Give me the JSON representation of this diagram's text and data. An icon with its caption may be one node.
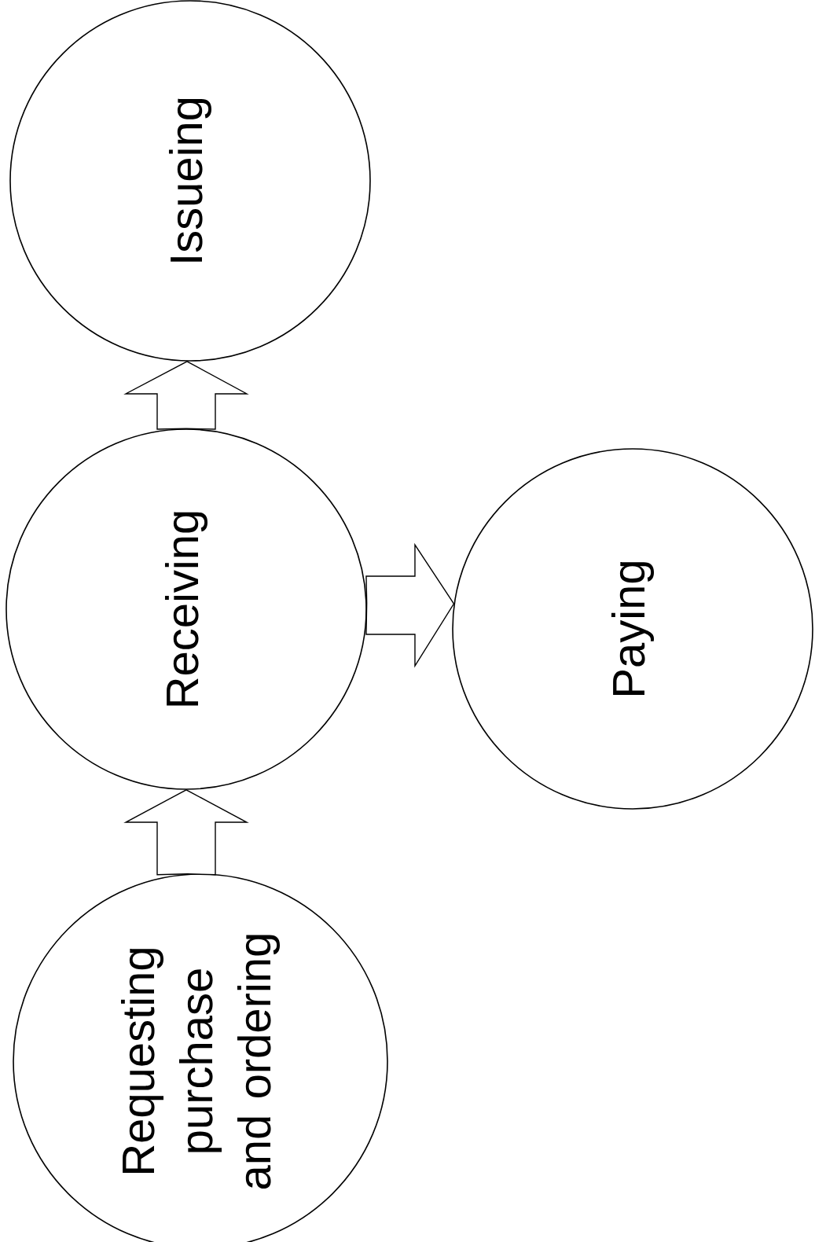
{
  "diagram": {
    "nodes": [
      {
        "text": [
          "Requesting purchase and ordering"
        ]
      },
      {
        "text": [
          "Receiving"
        ]
      },
      {
        "text": [
          "Issueing"
        ]
      },
      {
        "text": [
          "Paying"
        ]
      }
    ],
    "edges": [
      {
        "from": 0,
        "to": 1,
        "arrow": "to"
      },
      {
        "from": 1,
        "to": 2,
        "arrow": "to"
      },
      {
        "from": 1,
        "to": 3,
        "arrow": "to"
      }
    ]
  }
}
